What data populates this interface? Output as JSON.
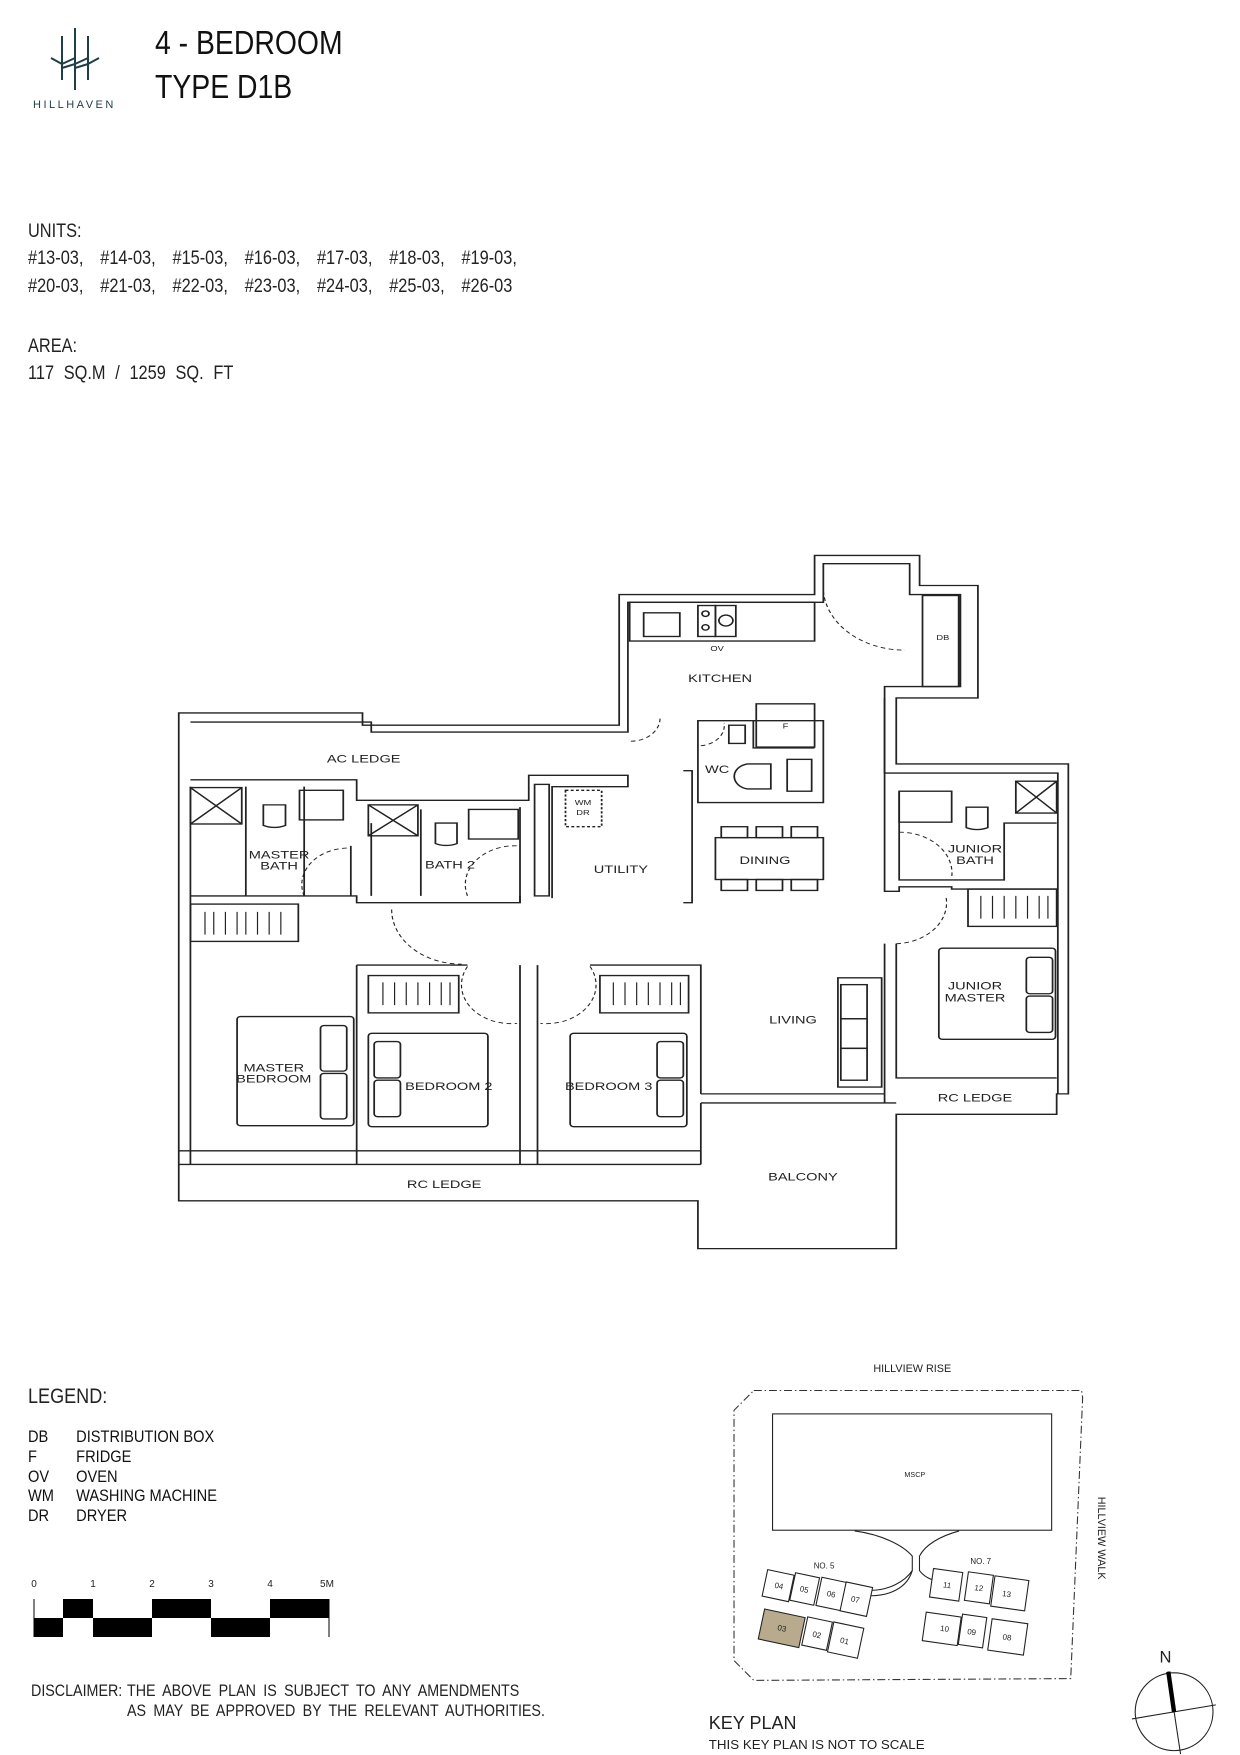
{
  "brand": {
    "name": "HILLHAVEN",
    "color": "#1f3f44"
  },
  "header": {
    "title_line1": "4 - BEDROOM",
    "title_line2": "TYPE D1B"
  },
  "units": {
    "label": "UNITS:",
    "row1": [
      "#13-03,",
      "#14-03,",
      "#15-03,",
      "#16-03,",
      "#17-03,",
      "#18-03,",
      "#19-03,"
    ],
    "row2": [
      "#20-03,",
      "#21-03,",
      "#22-03,",
      "#23-03,",
      "#24-03,",
      "#25-03,",
      "#26-03"
    ]
  },
  "area": {
    "label": "AREA:",
    "value": "117 SQ.M / 1259 SQ. FT"
  },
  "floor_plan": {
    "rooms": {
      "kitchen": "KITCHEN",
      "ac_ledge": "AC LEDGE",
      "master_bath_1": "MASTER",
      "master_bath_2": "BATH",
      "bath2": "BATH 2",
      "utility": "UTILITY",
      "dining": "DINING",
      "wc": "WC",
      "junior_bath_1": "JUNIOR",
      "junior_bath_2": "BATH",
      "living": "LIVING",
      "junior_master_1": "JUNIOR",
      "junior_master_2": "MASTER",
      "master_bedroom_1": "MASTER",
      "master_bedroom_2": "BEDROOM",
      "bedroom2": "BEDROOM 2",
      "bedroom3": "BEDROOM 3",
      "rc_ledge_bottom": "RC LEDGE",
      "balcony": "BALCONY",
      "rc_ledge_right": "RC LEDGE"
    },
    "fixtures": {
      "db": "DB",
      "ov": "OV",
      "f": "F",
      "wm": "WM",
      "dr": "DR"
    }
  },
  "legend": {
    "title": "LEGEND:",
    "items": [
      {
        "abbr": "DB",
        "desc": "DISTRIBUTION BOX"
      },
      {
        "abbr": "F",
        "desc": "FRIDGE"
      },
      {
        "abbr": "OV",
        "desc": "OVEN"
      },
      {
        "abbr": "WM",
        "desc": "WASHING MACHINE"
      },
      {
        "abbr": "DR",
        "desc": "DRYER"
      }
    ]
  },
  "scale_bar": {
    "ticks": [
      "0",
      "1",
      "2",
      "3",
      "4",
      "5M"
    ]
  },
  "disclaimer": {
    "label": "DISCLAIMER:",
    "line1": "THE ABOVE PLAN IS SUBJECT TO ANY AMENDMENTS",
    "line2": "AS MAY BE APPROVED BY THE RELEVANT AUTHORITIES."
  },
  "key_plan": {
    "road_top": "HILLVIEW RISE",
    "road_right": "HILLVIEW WALK",
    "mscp": "MSCP",
    "block5": "NO. 5",
    "block7": "NO. 7",
    "units": [
      "01",
      "02",
      "03",
      "04",
      "05",
      "06",
      "07",
      "08",
      "09",
      "10",
      "11",
      "12",
      "13"
    ],
    "highlighted_unit": "03",
    "highlight_color": "#b8aa8c",
    "title": "KEY PLAN",
    "note": "THIS KEY PLAN IS NOT TO SCALE"
  },
  "compass": {
    "north_label": "N"
  }
}
